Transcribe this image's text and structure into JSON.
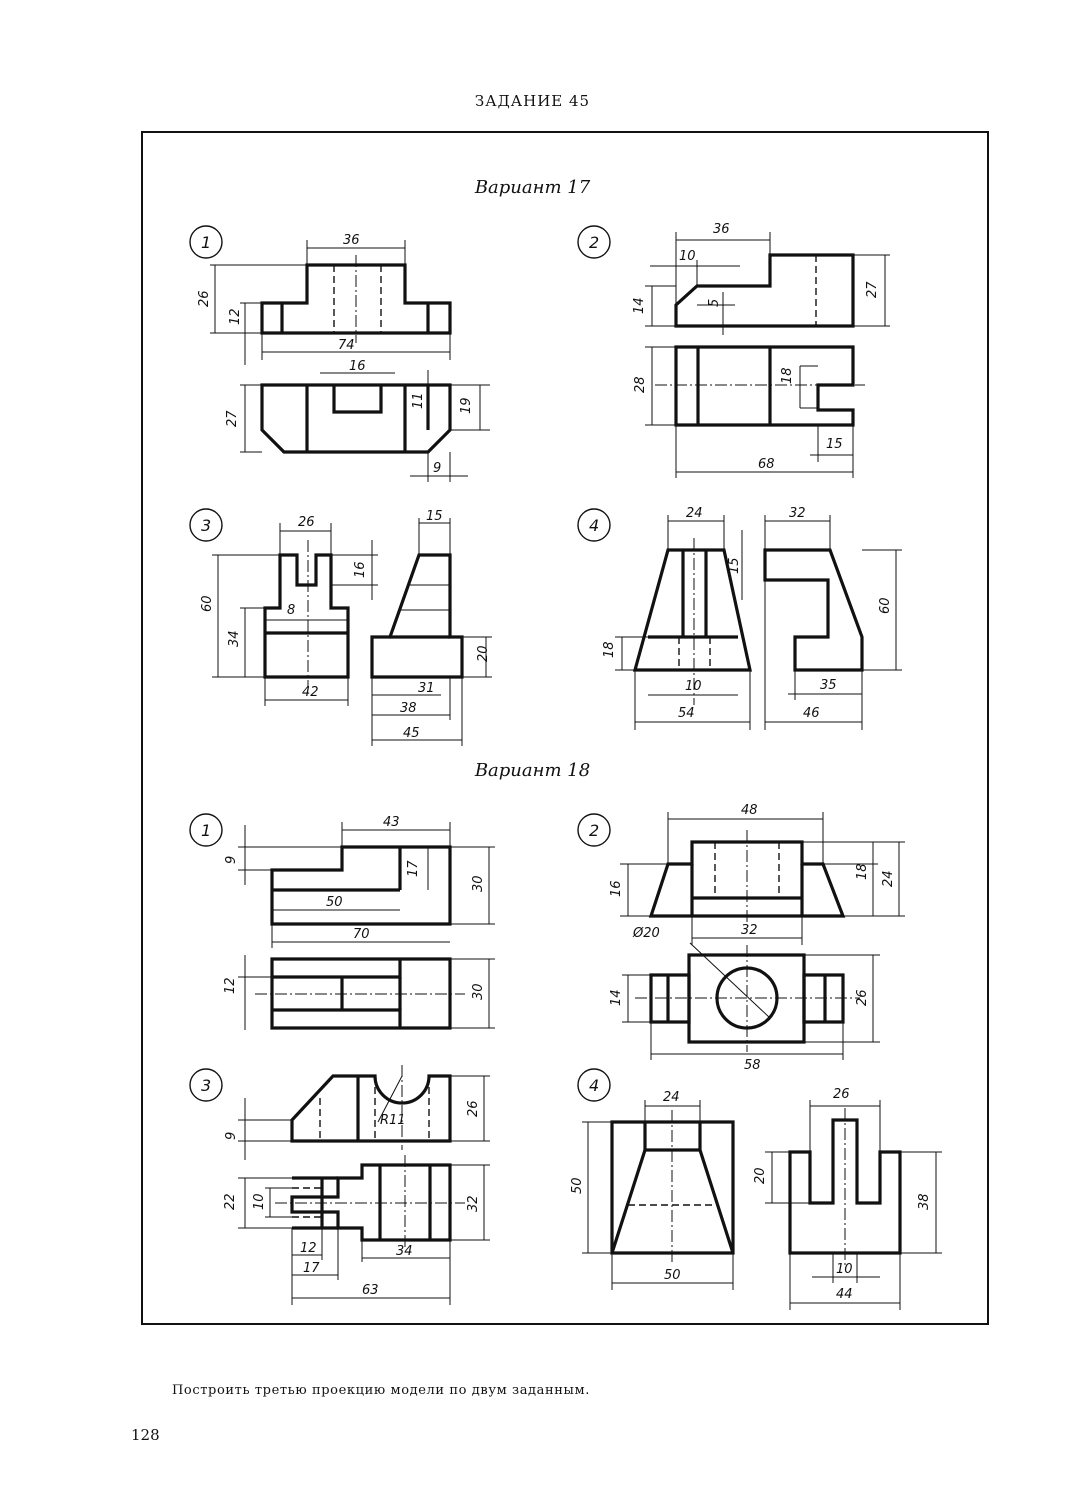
{
  "header": {
    "title": "ЗАДАНИЕ 45"
  },
  "variants": [
    {
      "label": "Вариант 17",
      "badges": [
        "1",
        "2",
        "3",
        "4"
      ],
      "dims": {
        "d1": [
          "36",
          "26",
          "12",
          "74",
          "16",
          "27",
          "11",
          "19",
          "9"
        ],
        "d2": [
          "36",
          "10",
          "14",
          "5",
          "27",
          "28",
          "18",
          "15",
          "68"
        ],
        "d3": [
          "26",
          "15",
          "60",
          "16",
          "8",
          "34",
          "20",
          "42",
          "31",
          "38",
          "45"
        ],
        "d4": [
          "24",
          "32",
          "15",
          "60",
          "18",
          "10",
          "54",
          "35",
          "46"
        ]
      }
    },
    {
      "label": "Вариант 18",
      "badges": [
        "1",
        "2",
        "3",
        "4"
      ],
      "dims": {
        "d1": [
          "43",
          "9",
          "17",
          "30",
          "50",
          "70",
          "12",
          "30"
        ],
        "d2": [
          "48",
          "18",
          "24",
          "16",
          "Ø20",
          "32",
          "14",
          "26",
          "58"
        ],
        "d3": [
          "9",
          "R11",
          "26",
          "22",
          "10",
          "32",
          "12",
          "34",
          "17",
          "63"
        ],
        "d4": [
          "24",
          "26",
          "50",
          "20",
          "38",
          "50",
          "10",
          "44"
        ]
      }
    }
  ],
  "footer": {
    "caption": "Построить третью проекцию модели по двум заданным.",
    "page_number": "128"
  }
}
